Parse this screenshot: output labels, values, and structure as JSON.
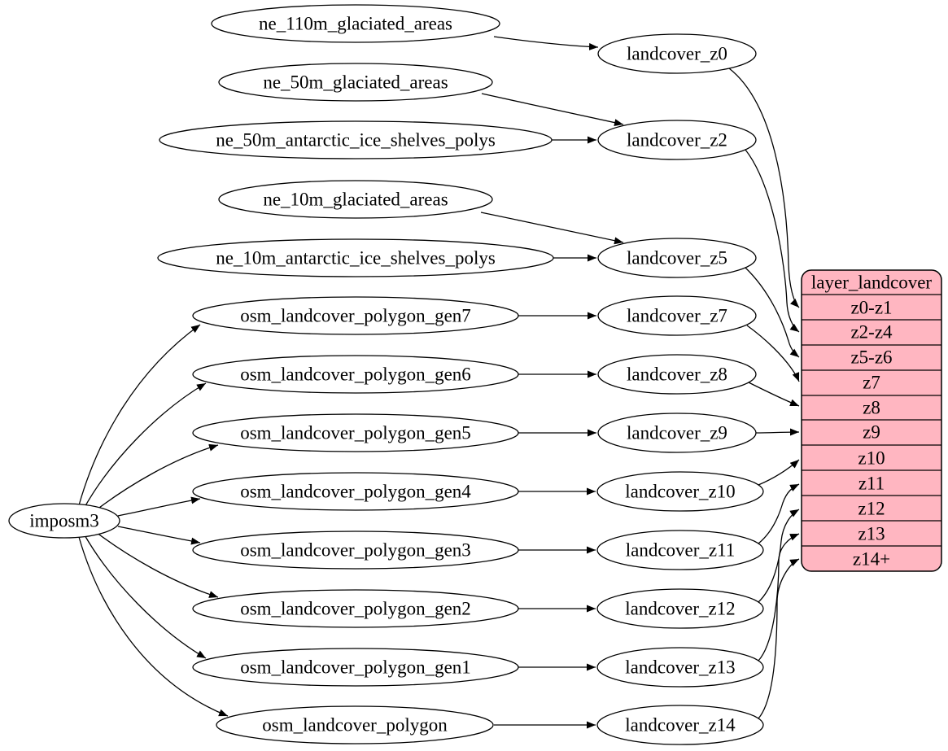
{
  "diagram": {
    "type": "graph",
    "root": {
      "label": "imposm3"
    },
    "sources": [
      {
        "label": "ne_110m_glaciated_areas"
      },
      {
        "label": "ne_50m_glaciated_areas"
      },
      {
        "label": "ne_50m_antarctic_ice_shelves_polys"
      },
      {
        "label": "ne_10m_glaciated_areas"
      },
      {
        "label": "ne_10m_antarctic_ice_shelves_polys"
      },
      {
        "label": "osm_landcover_polygon_gen7"
      },
      {
        "label": "osm_landcover_polygon_gen6"
      },
      {
        "label": "osm_landcover_polygon_gen5"
      },
      {
        "label": "osm_landcover_polygon_gen4"
      },
      {
        "label": "osm_landcover_polygon_gen3"
      },
      {
        "label": "osm_landcover_polygon_gen2"
      },
      {
        "label": "osm_landcover_polygon_gen1"
      },
      {
        "label": "osm_landcover_polygon"
      }
    ],
    "intermediates": [
      {
        "label": "landcover_z0"
      },
      {
        "label": "landcover_z2"
      },
      {
        "label": "landcover_z5"
      },
      {
        "label": "landcover_z7"
      },
      {
        "label": "landcover_z8"
      },
      {
        "label": "landcover_z9"
      },
      {
        "label": "landcover_z10"
      },
      {
        "label": "landcover_z11"
      },
      {
        "label": "landcover_z12"
      },
      {
        "label": "landcover_z13"
      },
      {
        "label": "landcover_z14"
      }
    ],
    "record": {
      "title": "layer_landcover",
      "fill": "#ffb6c1",
      "rows": [
        "z0-z1",
        "z2-z4",
        "z5-z6",
        "z7",
        "z8",
        "z9",
        "z10",
        "z11",
        "z12",
        "z13",
        "z14+"
      ]
    },
    "colors": {
      "background": "#ffffff",
      "node_fill": "#ffffff",
      "stroke": "#000000"
    },
    "edges": [
      {
        "from": "ne_110m_glaciated_areas",
        "to": "landcover_z0"
      },
      {
        "from": "ne_50m_glaciated_areas",
        "to": "landcover_z2"
      },
      {
        "from": "ne_50m_antarctic_ice_shelves_polys",
        "to": "landcover_z2"
      },
      {
        "from": "ne_10m_glaciated_areas",
        "to": "landcover_z5"
      },
      {
        "from": "ne_10m_antarctic_ice_shelves_polys",
        "to": "landcover_z5"
      },
      {
        "from": "osm_landcover_polygon_gen7",
        "to": "landcover_z7"
      },
      {
        "from": "osm_landcover_polygon_gen6",
        "to": "landcover_z8"
      },
      {
        "from": "osm_landcover_polygon_gen5",
        "to": "landcover_z9"
      },
      {
        "from": "osm_landcover_polygon_gen4",
        "to": "landcover_z10"
      },
      {
        "from": "osm_landcover_polygon_gen3",
        "to": "landcover_z11"
      },
      {
        "from": "osm_landcover_polygon_gen2",
        "to": "landcover_z12"
      },
      {
        "from": "osm_landcover_polygon_gen1",
        "to": "landcover_z13"
      },
      {
        "from": "osm_landcover_polygon",
        "to": "landcover_z14"
      },
      {
        "from": "imposm3",
        "to": "osm_landcover_polygon_gen7"
      },
      {
        "from": "imposm3",
        "to": "osm_landcover_polygon_gen6"
      },
      {
        "from": "imposm3",
        "to": "osm_landcover_polygon_gen5"
      },
      {
        "from": "imposm3",
        "to": "osm_landcover_polygon_gen4"
      },
      {
        "from": "imposm3",
        "to": "osm_landcover_polygon_gen3"
      },
      {
        "from": "imposm3",
        "to": "osm_landcover_polygon_gen2"
      },
      {
        "from": "imposm3",
        "to": "osm_landcover_polygon_gen1"
      },
      {
        "from": "imposm3",
        "to": "osm_landcover_polygon"
      },
      {
        "from": "landcover_z0",
        "to": "layer_landcover:z0-z1"
      },
      {
        "from": "landcover_z2",
        "to": "layer_landcover:z2-z4"
      },
      {
        "from": "landcover_z5",
        "to": "layer_landcover:z5-z6"
      },
      {
        "from": "landcover_z7",
        "to": "layer_landcover:z7"
      },
      {
        "from": "landcover_z8",
        "to": "layer_landcover:z8"
      },
      {
        "from": "landcover_z9",
        "to": "layer_landcover:z9"
      },
      {
        "from": "landcover_z10",
        "to": "layer_landcover:z10"
      },
      {
        "from": "landcover_z11",
        "to": "layer_landcover:z11"
      },
      {
        "from": "landcover_z12",
        "to": "layer_landcover:z12"
      },
      {
        "from": "landcover_z13",
        "to": "layer_landcover:z13"
      },
      {
        "from": "landcover_z14",
        "to": "layer_landcover:z14+"
      }
    ]
  }
}
